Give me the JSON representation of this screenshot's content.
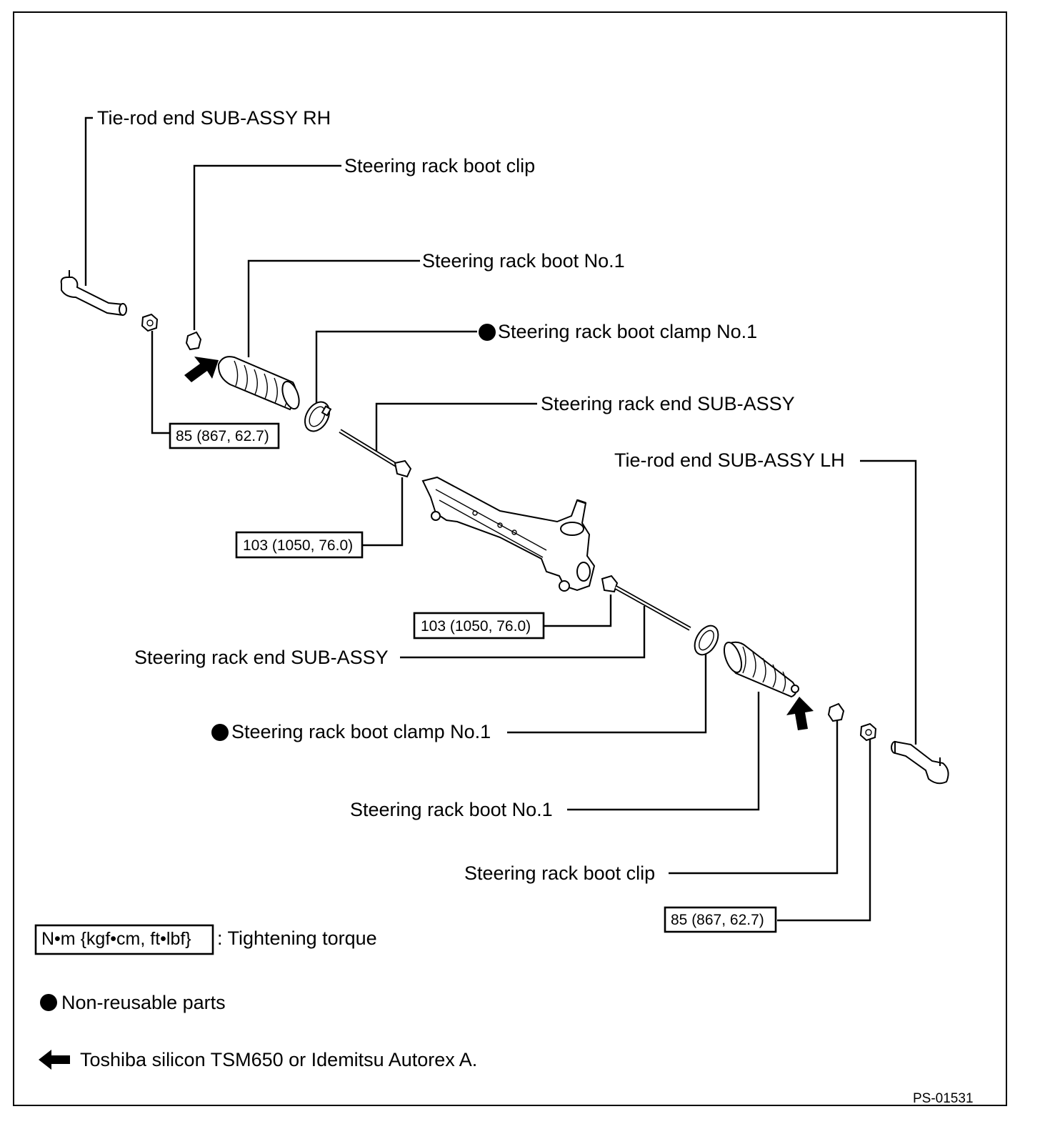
{
  "labels": {
    "tie_rod_rh": "Tie-rod end SUB-ASSY RH",
    "boot_clip_top": "Steering rack boot clip",
    "boot_no1_top": "Steering rack boot No.1",
    "boot_clamp_top": "Steering rack boot clamp No.1",
    "rack_end_top": "Steering rack end SUB-ASSY",
    "tie_rod_lh": "Tie-rod end SUB-ASSY LH",
    "rack_end_bottom": "Steering rack end SUB-ASSY",
    "boot_clamp_bottom": "Steering rack boot clamp No.1",
    "boot_no1_bottom": "Steering rack boot No.1",
    "boot_clip_bottom": "Steering rack boot clip"
  },
  "torques": {
    "rh_tie_rod_nut": "85 (867, 62.7)",
    "rack_end_upper": "103 (1050, 76.0)",
    "rack_end_lower": "103 (1050, 76.0)",
    "lh_tie_rod_nut": "85 (867, 62.7)"
  },
  "legend": {
    "torque_unit": "N•m {kgf•cm, ft•lbf}",
    "torque_text": ": Tightening torque",
    "non_reusable_text": "Non-reusable parts",
    "grease_text": "Toshiba silicon TSM650 or Idemitsu Autorex A."
  },
  "figure_code": "PS-01531",
  "icons": {
    "non_reusable": "filled-circle-icon",
    "grease": "left-arrow-icon"
  }
}
